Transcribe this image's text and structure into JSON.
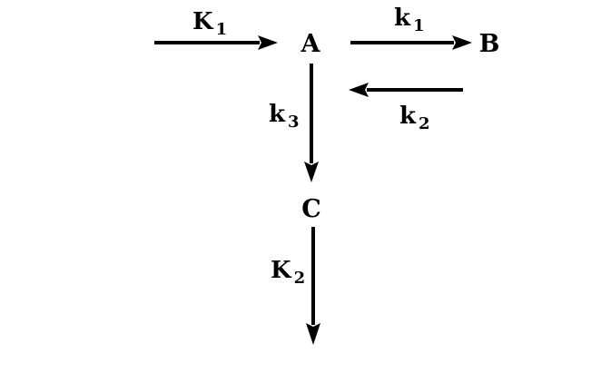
{
  "species": {
    "a": "A",
    "b": "B",
    "c": "C"
  },
  "rates": {
    "input": {
      "symbol": "K",
      "subscript": "1"
    },
    "a_to_b": {
      "symbol": "k",
      "subscript": "1"
    },
    "b_to_a": {
      "symbol": "k",
      "subscript": "2"
    },
    "a_to_c": {
      "symbol": "k",
      "subscript": "3"
    },
    "c_out": {
      "symbol": "K",
      "subscript": "2"
    }
  },
  "colors": {
    "ink": "#000000",
    "background": "#ffffff"
  }
}
